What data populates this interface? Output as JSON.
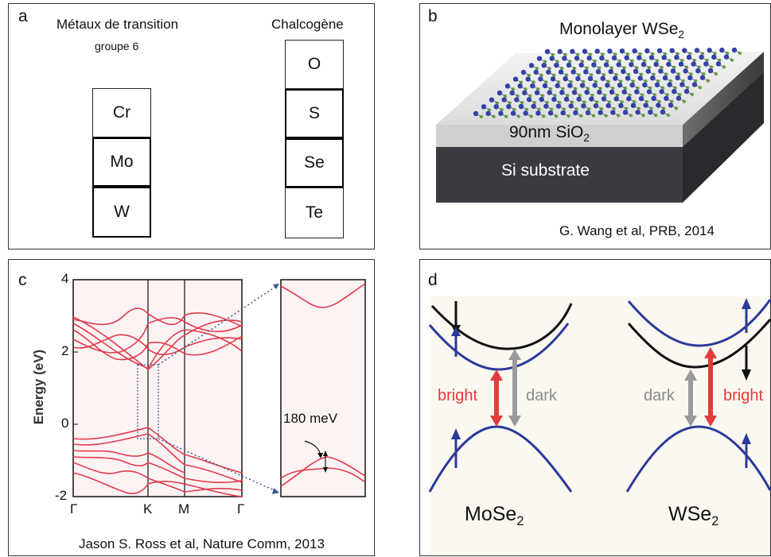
{
  "panel_a": {
    "label": "a",
    "metals_title": "Métaux de transition",
    "metals_subtitle": "groupe 6",
    "chalcogen_title": "Chalcogène",
    "metals": [
      "Cr",
      "Mo",
      "W"
    ],
    "chalcogens": [
      "O",
      "S",
      "Se",
      "Te"
    ]
  },
  "panel_b": {
    "label": "b",
    "monolayer_label": "Monolayer WSe",
    "monolayer_sub": "2",
    "oxide_label": "90nm SiO",
    "oxide_sub": "2",
    "substrate_label": "Si substrate",
    "citation": "G. Wang et al, PRB, 2014"
  },
  "panel_c": {
    "label": "c",
    "y_axis_label": "Energy (eV)",
    "y_ticks": [
      "4",
      "2",
      "0",
      "-2"
    ],
    "x_ticks": [
      "Γ",
      "K",
      "M",
      "Γ"
    ],
    "splitting_label": "180 meV",
    "citation": "Jason S. Ross et al, Nature Comm, 2013"
  },
  "panel_d": {
    "label": "d",
    "left_bright": "bright",
    "left_dark": "dark",
    "right_dark": "dark",
    "right_bright": "bright",
    "left_material": "MoSe",
    "left_material_sub": "2",
    "right_material": "WSe",
    "right_material_sub": "2"
  }
}
